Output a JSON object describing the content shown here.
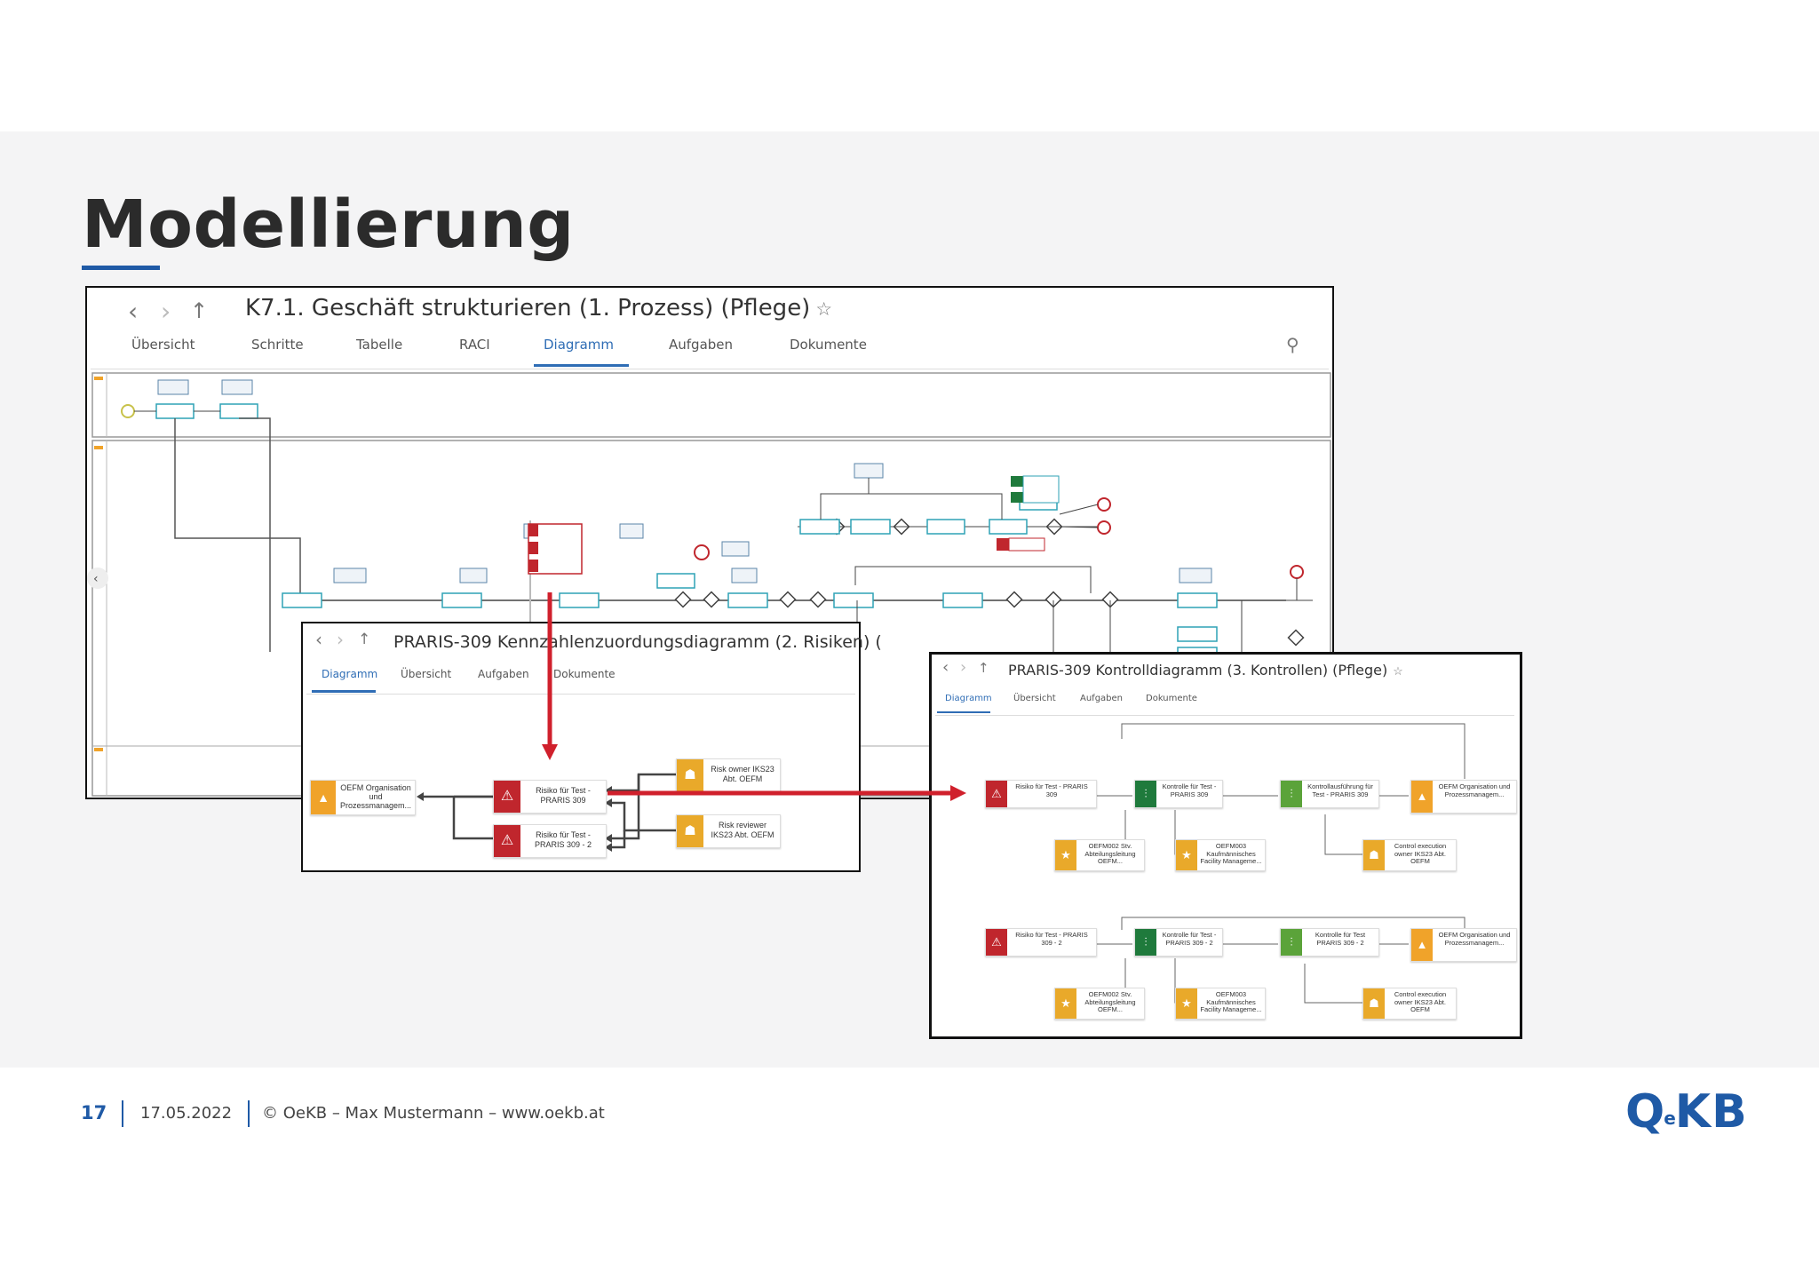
{
  "slide": {
    "title": "Modellierung"
  },
  "process_window": {
    "title": "K7.1. Geschäft strukturieren (1. Prozess) (Pflege)",
    "tabs": [
      "Übersicht",
      "Schritte",
      "Tabelle",
      "RACI",
      "Diagramm",
      "Aufgaben",
      "Dokumente"
    ],
    "active_tab": "Diagramm"
  },
  "risk_window": {
    "title": "PRARIS-309 Kennzahlenzuordungsdiagramm (2. Risiken) (",
    "tabs": [
      "Diagramm",
      "Übersicht",
      "Aufgaben",
      "Dokumente"
    ],
    "active_tab": "Diagramm",
    "nodes": {
      "org": "OEFM Organisation und Prozessmanagem...",
      "risk1": "Risiko für Test - PRARIS 309",
      "risk2": "Risiko für Test - PRARIS 309 - 2",
      "owner": "Risk owner IKS23 Abt. OEFM",
      "reviewer": "Risk reviewer IKS23 Abt. OEFM"
    }
  },
  "control_window": {
    "title": "PRARIS-309 Kontrolldiagramm (3. Kontrollen) (Pflege)",
    "tabs": [
      "Diagramm",
      "Übersicht",
      "Aufgaben",
      "Dokumente"
    ],
    "active_tab": "Diagramm",
    "nodes": {
      "risk1": "Risiko für Test - PRARIS 309",
      "ctrl1": "Kontrolle für Test - PRARIS 309",
      "exec1": "Kontrollausführung für Test - PRARIS 309",
      "org1": "OEFM Organisation und Prozessmanagem...",
      "stv1": "OEFM002 Stv. Abteilungsleitung OEFM...",
      "kfm1": "OEFM003 Kaufmännisches Facility Manageme...",
      "ce1": "Control execution owner IKS23 Abt. OEFM",
      "risk2": "Risiko für Test - PRARIS 309 - 2",
      "ctrl2": "Kontrolle für Test - PRARIS 309 - 2",
      "exec2": "Kontrolle für Test PRARIS 309 - 2",
      "org2": "OEFM Organisation und Prozessmanagem...",
      "stv2": "OEFM002 Stv. Abteilungsleitung OEFM...",
      "kfm2": "OEFM003 Kaufmännisches Facility Manageme...",
      "ce2": "Control execution owner IKS23 Abt. OEFM"
    }
  },
  "footer": {
    "page": "17",
    "date": "17.05.2022",
    "copyright": "© OeKB – Max Mustermann – www.oekb.at",
    "logo_left": "Q",
    "logo_e": "e",
    "logo_right": "KB"
  },
  "colors": {
    "brand": "#1f5aa6",
    "risk": "#c0262d",
    "control_dark": "#1f7a3c",
    "control_light": "#5ba33a",
    "role": "#e9a92a",
    "org": "#f0a32a"
  }
}
